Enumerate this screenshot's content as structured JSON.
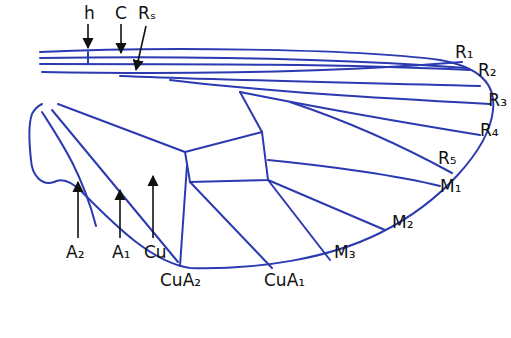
{
  "diagram": {
    "labels": [
      "h",
      "C",
      "Rₛ",
      "R₁",
      "R₂",
      "R₃",
      "R₄",
      "R₅",
      "M₁",
      "M₂",
      "M₃",
      "A₂",
      "A₁",
      "Cu",
      "CuA₂",
      "CuA₁"
    ]
  }
}
